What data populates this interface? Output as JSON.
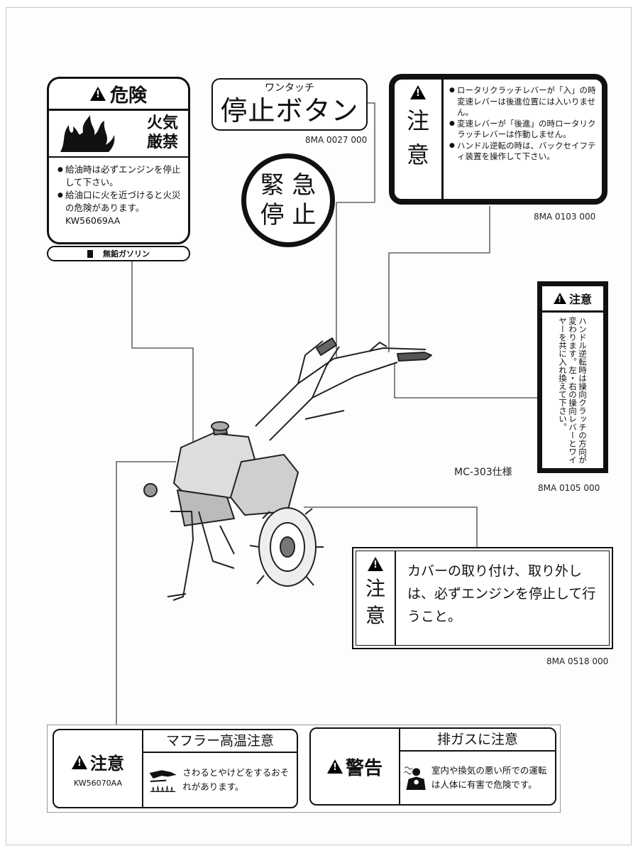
{
  "danger_label": {
    "header": "危険",
    "fire_text": "火気\n厳禁",
    "bullets": [
      "給油時は必ずエンジンを停止して下さい。",
      "給油口に火を近づけると火災の危険があります。KW56069AA"
    ],
    "fuel_text": "無鉛ガソリン"
  },
  "stop_button_label": {
    "small": "ワンタッチ",
    "big": "停止ボタン",
    "code": "8MA 0027 000"
  },
  "emergency_stop": {
    "text": "緊 急\n停 止"
  },
  "caution_clutch_label": {
    "side": "注\n意",
    "bullets": [
      "ロータリクラッチレバーが「入」の時変速レバーは後進位置には入いりません。",
      "変速レバーが「後進」の時ロータリクラッチレバーは作動しません。",
      "ハンドル逆転の時は、バックセイフティ装置を操作して下さい。"
    ],
    "code": "8MA 0103 000"
  },
  "caution_handle_label": {
    "header": "注意",
    "body": "ハンドル逆転時は操向クラッチの方向が変わります。左・右の操向レバーとワイヤーを共に入れ換えて下さい。",
    "spec": "MC-303仕様",
    "code": "8MA  0105 000"
  },
  "caution_cover_label": {
    "side": "注\n意",
    "body": "カバーの取り付け、取り外しは、必ずエンジンを停止して行うこと。",
    "code": "8MA 0518 000"
  },
  "muffler_label": {
    "left_header": "注意",
    "left_code": "KW56070AA",
    "title": "マフラー高温注意",
    "body": "さわるとやけどをするおそれがあります。"
  },
  "exhaust_label": {
    "left_header": "警告",
    "title": "排ガスに注意",
    "body": "室内や換気の悪い所での運転は人体に有害で危険です。"
  },
  "colors": {
    "ink": "#111111",
    "line": "#444444",
    "page_border": "#c8c8c8"
  }
}
